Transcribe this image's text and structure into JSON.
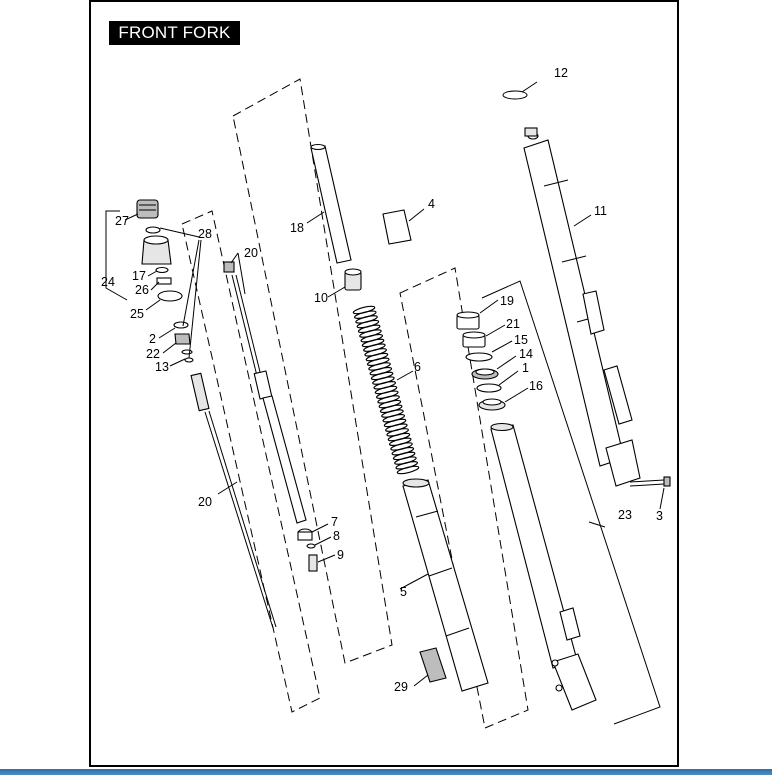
{
  "title": "FRONT FORK",
  "colors": {
    "frame": "#000000",
    "title_bg": "#000000",
    "title_text": "#ffffff",
    "bottom_bar": "#2a6fa6"
  },
  "labels": {
    "l1": "1",
    "l2": "2",
    "l3": "3",
    "l4": "4",
    "l5": "5",
    "l6": "6",
    "l7": "7",
    "l8": "8",
    "l9": "9",
    "l10": "10",
    "l11": "11",
    "l12": "12",
    "l13": "13",
    "l14": "14",
    "l15": "15",
    "l16": "16",
    "l17": "17",
    "l18": "18",
    "l19": "19",
    "l20a": "20",
    "l20b": "20",
    "l21": "21",
    "l22": "22",
    "l23": "23",
    "l24": "24",
    "l25": "25",
    "l26": "26",
    "l27": "27",
    "l28": "28",
    "l29": "29"
  }
}
